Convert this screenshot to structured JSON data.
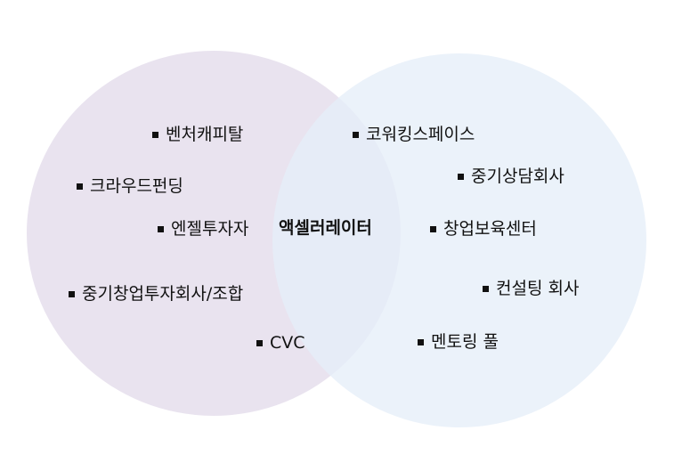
{
  "colors": {
    "left_circle": "#e9e3ef",
    "right_circle": "#e6eef9",
    "text": "#111111"
  },
  "center_label": "액셀러레이터",
  "left_items": [
    "벤처캐피탈",
    "크라우드펀딩",
    "엔젤투자자",
    "중기창업투자회사/조합",
    "CVC"
  ],
  "right_items": [
    "코워킹스페이스",
    "중기상담회사",
    "창업보육센터",
    "컨설팅 회사",
    "멘토링 풀"
  ]
}
